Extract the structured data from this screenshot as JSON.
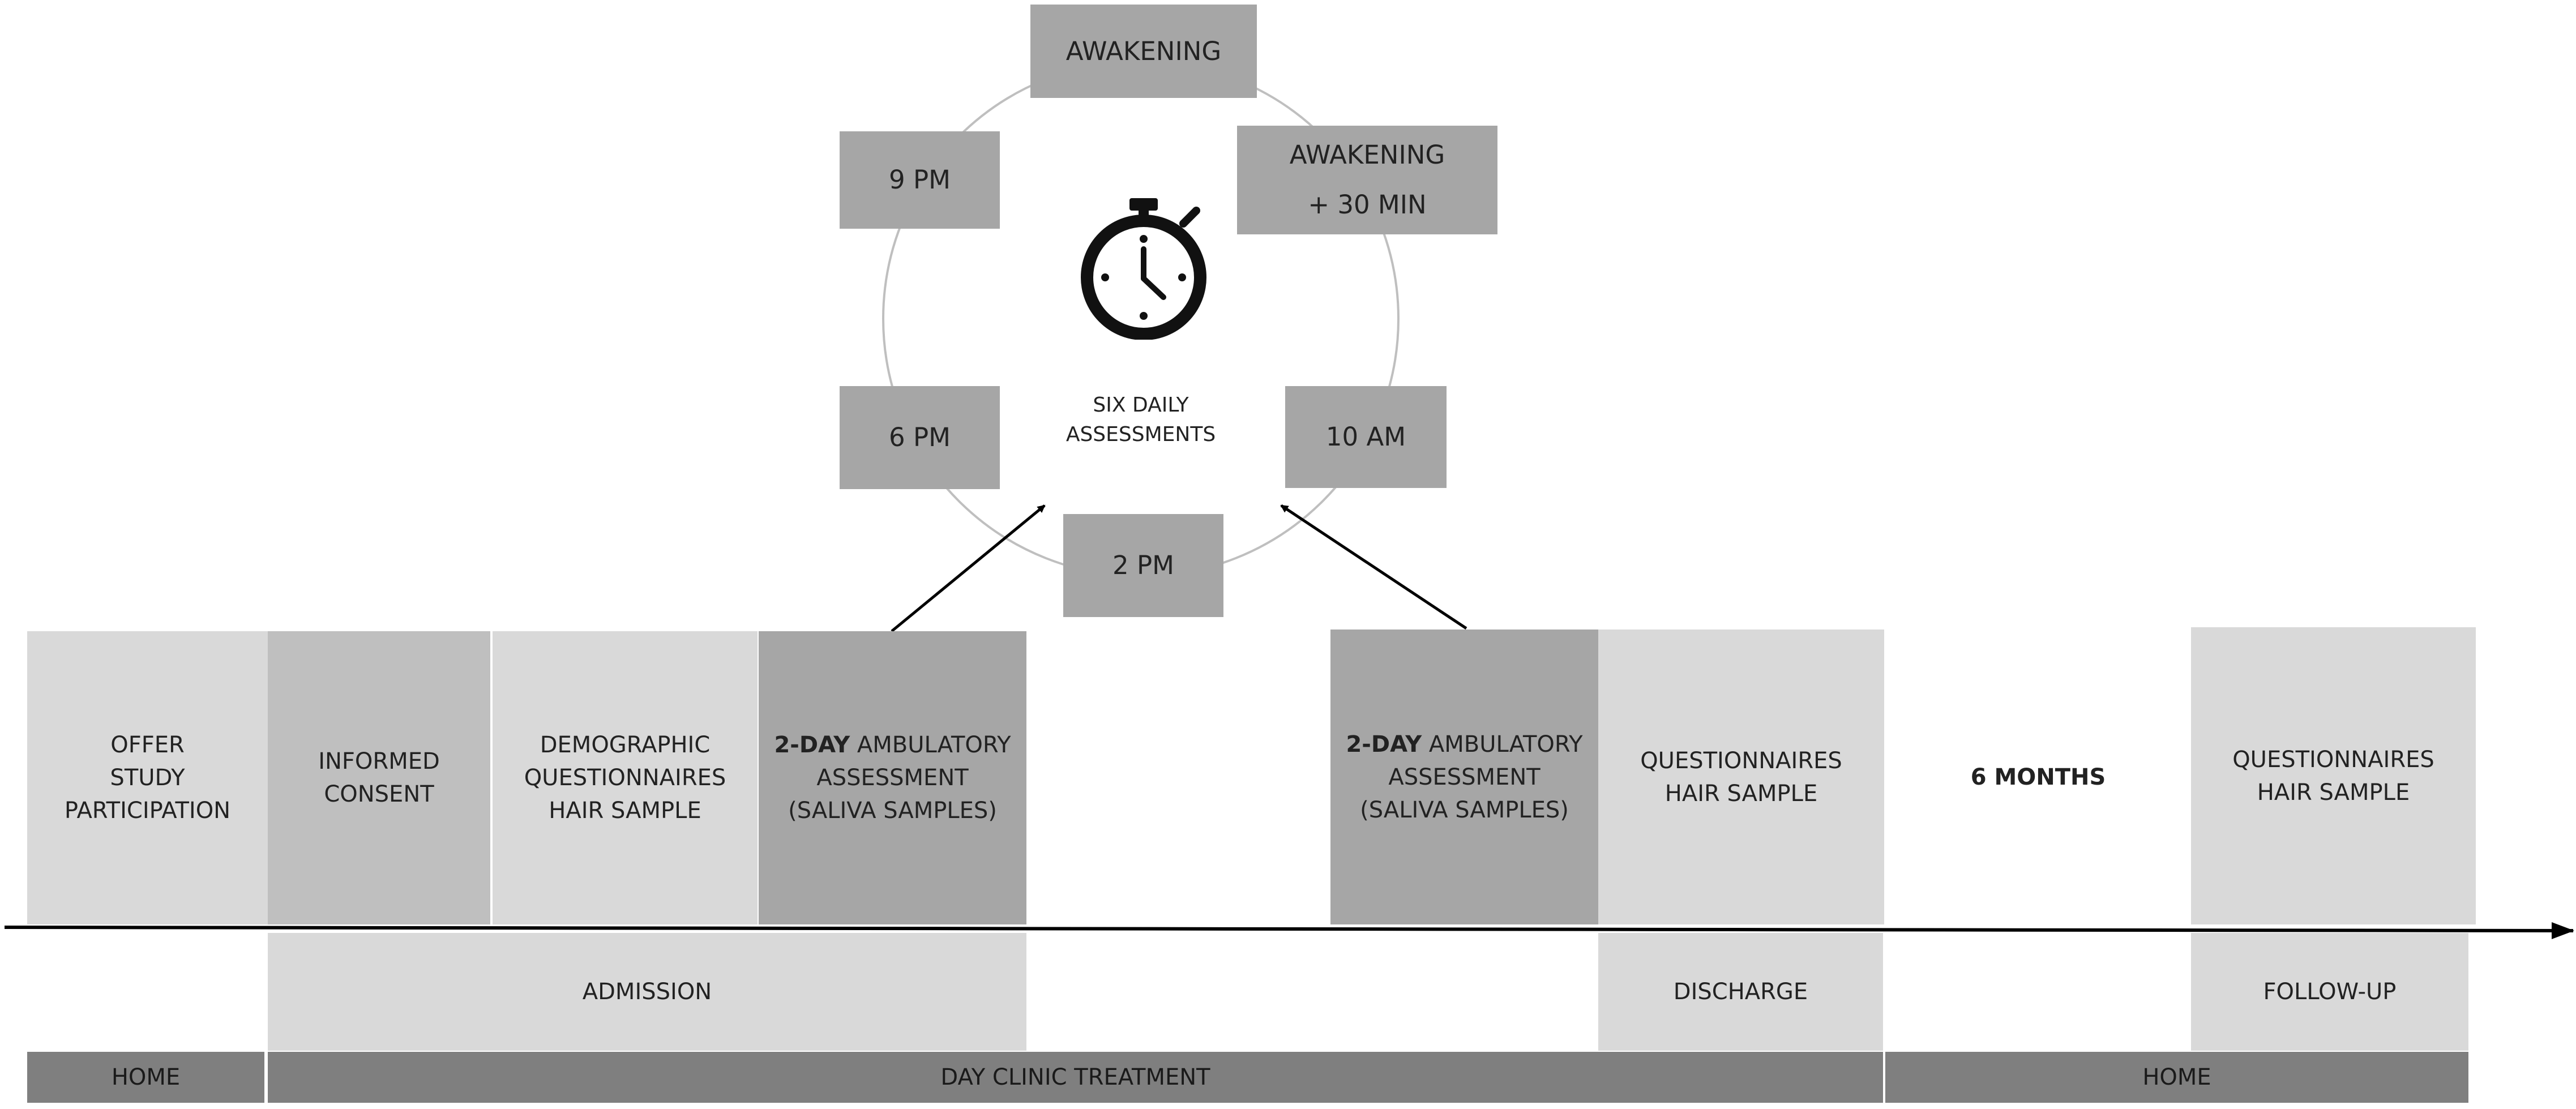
{
  "cycle": {
    "center_label": [
      "SIX DAILY",
      "ASSESSMENTS"
    ],
    "timepoints": [
      {
        "lines": [
          "AWAKENING"
        ]
      },
      {
        "lines": [
          "AWAKENING",
          "+ 30 MIN"
        ]
      },
      {
        "lines": [
          "10 AM"
        ]
      },
      {
        "lines": [
          "2 PM"
        ]
      },
      {
        "lines": [
          "6 PM"
        ]
      },
      {
        "lines": [
          "9 PM"
        ]
      }
    ],
    "icon": "stopwatch-icon"
  },
  "stages": [
    {
      "lines": [
        "OFFER",
        "STUDY",
        "PARTICIPATION"
      ]
    },
    {
      "lines": [
        "INFORMED",
        "CONSENT"
      ]
    },
    {
      "lines": [
        "DEMOGRAPHIC",
        "QUESTIONNAIRES",
        "HAIR SAMPLE"
      ]
    },
    {
      "bold": "2-DAY",
      "rest": " AMBULATORY",
      "lines": [
        "ASSESSMENT",
        "(SALIVA SAMPLES)"
      ]
    },
    {
      "bold": "2-DAY",
      "rest": " AMBULATORY",
      "lines": [
        "ASSESSMENT",
        "(SALIVA SAMPLES)"
      ]
    },
    {
      "lines": [
        "QUESTIONNAIRES",
        "HAIR SAMPLE"
      ]
    },
    {
      "lines": [
        "6 MONTHS"
      ]
    },
    {
      "lines": [
        "QUESTIONNAIRES",
        "HAIR SAMPLE"
      ]
    }
  ],
  "phases": {
    "admission": "ADMISSION",
    "discharge": "DISCHARGE",
    "follow_up": "FOLLOW-UP"
  },
  "settings": {
    "home_start": "HOME",
    "day_clinic": "DAY CLINIC TREATMENT",
    "home_end": "HOME"
  },
  "colors": {
    "light": "#d9d9d9",
    "mid": "#bfbfbf",
    "dark": "#a6a6a6",
    "bar": "#7f7f7f",
    "circle": "#bfbfbf",
    "axis": "#000000"
  }
}
